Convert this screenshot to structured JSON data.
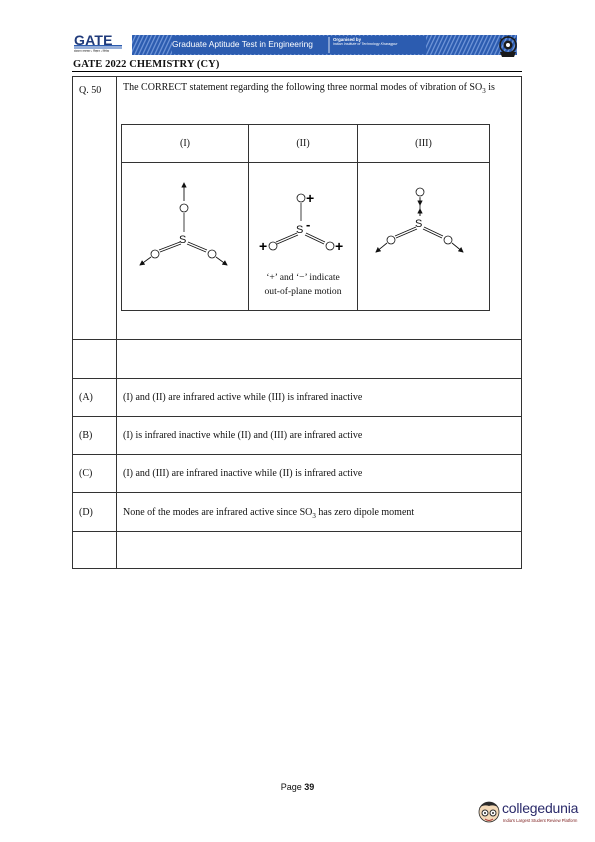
{
  "header": {
    "logo_text": "GATE",
    "logo_tagline": "संस्थान नवाचार • विज्ञान • विवेक",
    "banner_title": "Graduate Aptitude Test in Engineering",
    "organized_by": "Organised by",
    "organizer": "Indian Institute of Technology Kharagpur",
    "colors": {
      "banner": "#2c5cb0",
      "banner_light": "#6f95d8",
      "logo": "#1f3a7a"
    }
  },
  "paper_title": "GATE 2022 CHEMISTRY (CY)",
  "question": {
    "number": "Q. 50",
    "stem_part1": "The CORRECT statement regarding the following three normal modes of vibration of SO",
    "stem_sub": "3",
    "stem_part2": " is",
    "modes": [
      {
        "header": "(I)"
      },
      {
        "header": "(II)",
        "note_line1": "‘+’ and ‘−’ indicate",
        "note_line2": "out-of-plane motion"
      },
      {
        "header": "(III)"
      }
    ],
    "atoms": {
      "sulfur": "S",
      "oxygen": "O",
      "plus": "+",
      "minus": "-"
    },
    "options": [
      {
        "key": "(A)",
        "text": "(I) and (II) are infrared active while (III) is infrared inactive"
      },
      {
        "key": "(B)",
        "text": "(I) is infrared inactive while (II) and (III) are infrared active"
      },
      {
        "key": "(C)",
        "text": "(I) and (III) are infrared inactive while (II) is infrared active"
      },
      {
        "key": "(D)",
        "text_part1": "None of the modes are infrared active since SO",
        "text_sub": "3",
        "text_part2": " has zero dipole moment"
      }
    ]
  },
  "footer": {
    "page_label": "Page",
    "page_number": "39",
    "brand": "collegedunia",
    "brand_tagline": "India's Largest Student Review Platform"
  }
}
